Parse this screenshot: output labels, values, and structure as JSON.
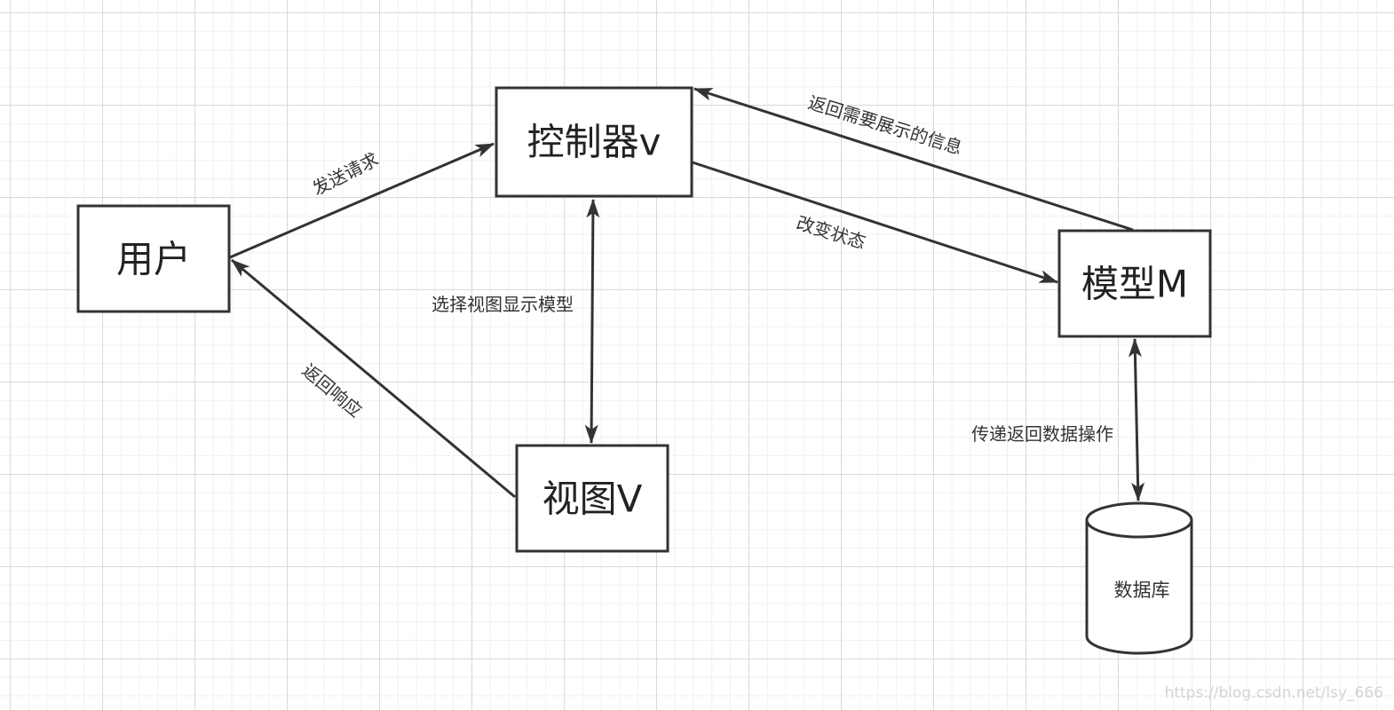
{
  "nodes": {
    "user": {
      "label": "用户"
    },
    "controller": {
      "label": "控制器v"
    },
    "view": {
      "label": "视图V"
    },
    "model": {
      "label": "模型M"
    },
    "database": {
      "label": "数据库"
    }
  },
  "edges": {
    "send_request": {
      "label": "发送请求"
    },
    "return_info": {
      "label": "返回需要展示的信息"
    },
    "change_state": {
      "label": "改变状态"
    },
    "select_view": {
      "label": "选择视图显示模型"
    },
    "return_response": {
      "label": "返回响应"
    },
    "data_ops": {
      "label": "传递返回数据操作"
    }
  },
  "watermark": "https://blog.csdn.net/lsy_666",
  "colors": {
    "stroke": "#333333",
    "text": "#222222",
    "background": "#ffffff",
    "grid": "#d9d9d9"
  }
}
